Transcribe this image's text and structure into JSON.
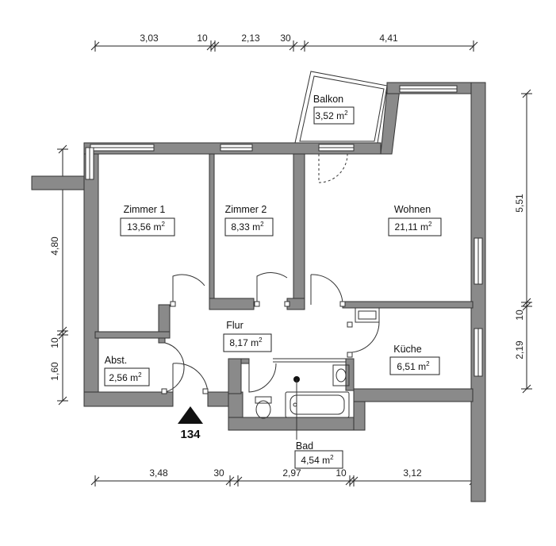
{
  "dimensions": {
    "top": [
      "3,03",
      "10",
      "2,13",
      "30",
      "4,41"
    ],
    "bottom": [
      "3,48",
      "30",
      "2,97",
      "10",
      "3,12"
    ],
    "left": [
      "4,80",
      "10",
      "1,60"
    ],
    "right": [
      "5,51",
      "10",
      "2,19"
    ]
  },
  "rooms": {
    "balkon": {
      "name": "Balkon",
      "area": "3,52 m"
    },
    "zimmer1": {
      "name": "Zimmer 1",
      "area": "13,56 m"
    },
    "zimmer2": {
      "name": "Zimmer 2",
      "area": "8,33 m"
    },
    "wohnen": {
      "name": "Wohnen",
      "area": "21,11 m"
    },
    "flur": {
      "name": "Flur",
      "area": "8,17 m"
    },
    "abst": {
      "name": "Abst.",
      "area": "2,56 m"
    },
    "kueche": {
      "name": "Küche",
      "area": "6,51 m"
    },
    "bad": {
      "name": "Bad",
      "area": "4,54 m"
    }
  },
  "area_unit_exponent": "2",
  "apartment_number": "134",
  "colors": {
    "wall": "#8a8a8a",
    "line": "#222222"
  }
}
